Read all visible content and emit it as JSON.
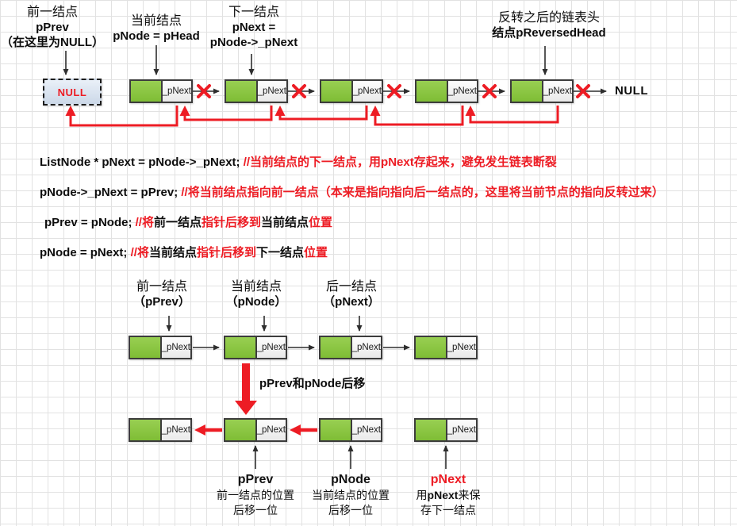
{
  "colors": {
    "accent_red": "#ED1C24",
    "node_green": "#8CC63F",
    "null_box_blue": "#D8E4F0"
  },
  "labels": {
    "pnext": "_pNext",
    "null_box": "NULL",
    "null_end": "NULL"
  },
  "top": {
    "label_prev": {
      "line1": "前一结点",
      "line2": "pPrev",
      "line3": "（在这里为NULL）"
    },
    "label_cur": {
      "line1": "当前结点",
      "line2": "pNode = pHead"
    },
    "label_next": {
      "line1": "下一结点",
      "line2": "pNext =",
      "line3": "pNode->_pNext"
    },
    "label_reversed": {
      "line1": "反转之后的链表头",
      "line2": "结点pReversedHead"
    }
  },
  "code": {
    "line1": {
      "code": "ListNode * pNext = pNode->_pNext; ",
      "comment": "//当前结点的下一结点，用pNext存起来，避免发生链表断裂"
    },
    "line2": {
      "code": "pNode->_pNext = pPrev; ",
      "comment": "//将当前结点指向前一结点（本来是指向指向后一结点的，这里将当前节点的指向反转过来）"
    },
    "line3": {
      "code": "pPrev = pNode; ",
      "c1": "//将",
      "b1": "前一结点",
      "c2": "指针后移到",
      "b2": "当前结点",
      "c3": "位置"
    },
    "line4": {
      "code": "pNode = pNext; ",
      "c1": "//将",
      "b1": "当前结点",
      "c2": "指针后移到",
      "b2": "下一结点",
      "c3": "位置"
    }
  },
  "middle": {
    "label_prev": {
      "line1": "前一结点",
      "line2": "（pPrev）"
    },
    "label_cur": {
      "line1": "当前结点",
      "line2": "（pNode）"
    },
    "label_next": {
      "line1": "后一结点",
      "line2": "（pNext）"
    },
    "shift_caption": "pPrev和pNode后移"
  },
  "bottom": {
    "pprev": {
      "title": "pPrev",
      "line1": "前一结点的位置",
      "line2": "后移一位"
    },
    "pnode": {
      "title": "pNode",
      "line1": "当前结点的位置",
      "line2": "后移一位"
    },
    "pnext": {
      "title": "pNext",
      "line1_prefix": "用",
      "line1_bold": "pNext",
      "line1_suffix": "来保",
      "line2": "存下一结点"
    }
  }
}
